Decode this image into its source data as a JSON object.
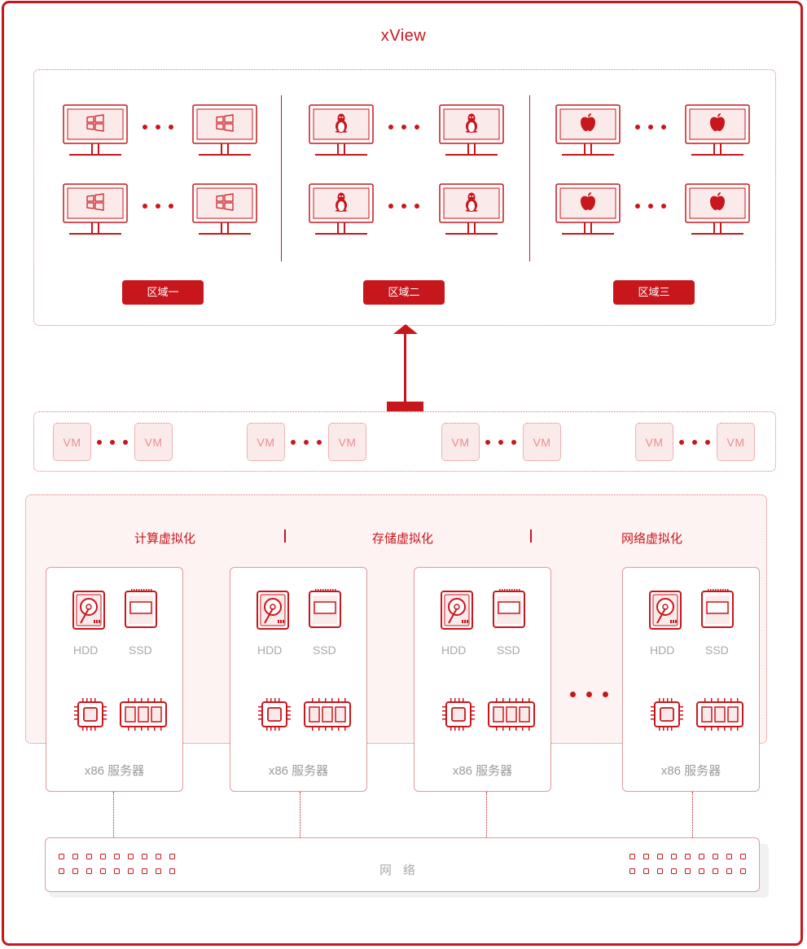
{
  "title": "xView",
  "regions": [
    {
      "label": "区域一",
      "os_icon": "windows-icon"
    },
    {
      "label": "区域二",
      "os_icon": "linux-tux-icon"
    },
    {
      "label": "区域三",
      "os_icon": "apple-icon"
    }
  ],
  "vm_label": "VM",
  "vm_groups": 4,
  "virtualization": [
    "计算虚拟化",
    "存储虚拟化",
    "网络虚拟化"
  ],
  "server": {
    "hdd_label": "HDD",
    "ssd_label": "SSD",
    "name": "x86 服务器",
    "icons": [
      "hdd-icon",
      "ssd-icon",
      "cpu-icon",
      "memory-icon"
    ]
  },
  "server_count": 4,
  "network_label": "网络",
  "colors": {
    "accent": "#c8161d",
    "muted_text": "#a9a9a9",
    "vm_fill": "#fbeaea"
  }
}
